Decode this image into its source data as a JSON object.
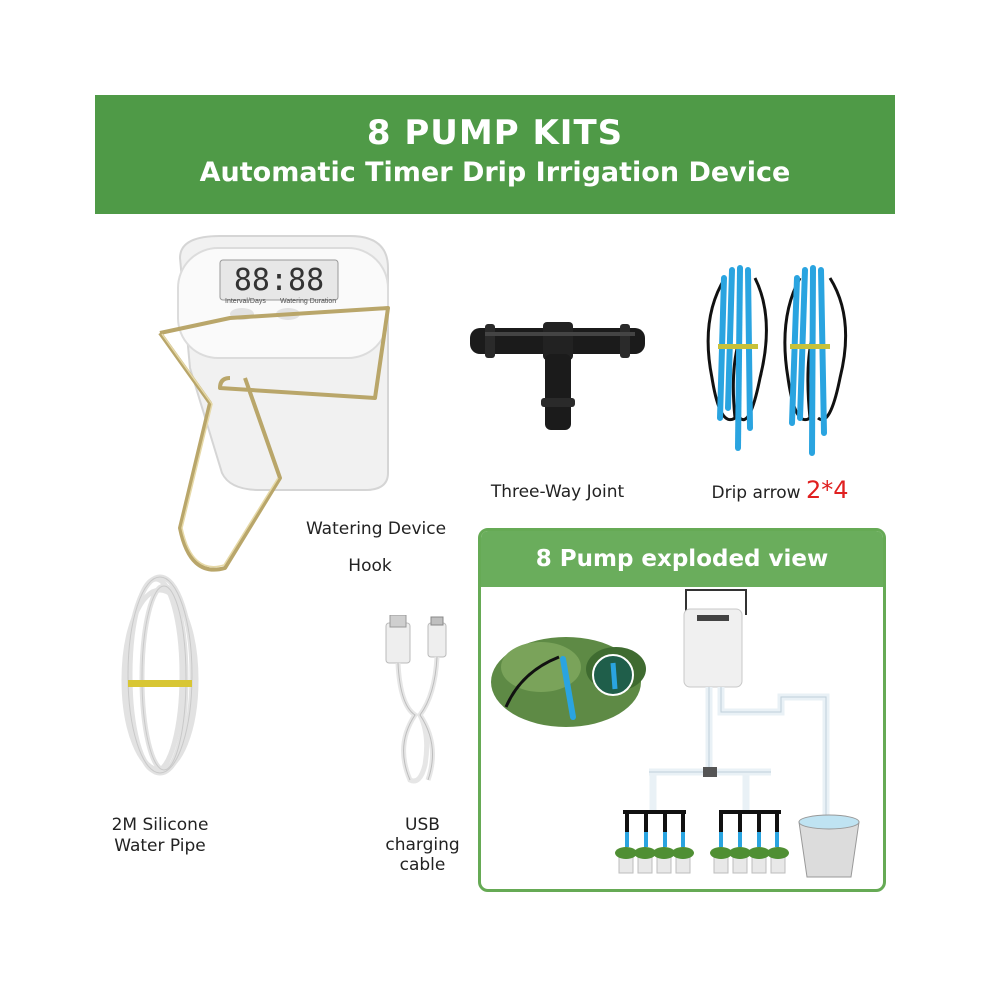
{
  "banner": {
    "title": "8 PUMP KITS",
    "subtitle": "Automatic Timer Drip Irrigation Device"
  },
  "device": {
    "display": "88:88",
    "button_left": "Interval/Days",
    "button_right": "Watering Duration"
  },
  "labels": {
    "three_way": "Three-Way Joint",
    "drip_arrow": "Drip arrow",
    "drip_qty": "2*4",
    "watering_device": "Watering Device",
    "hook": "Hook",
    "pipe_line1": "2M Silicone",
    "pipe_line2": "Water Pipe",
    "usb_line1": "USB",
    "usb_line2": "charging",
    "usb_line3": "cable"
  },
  "panel": {
    "title": "8 Pump exploded view"
  },
  "colors": {
    "banner_green": "#4f9a47",
    "panel_green": "#6aad5c",
    "drip_blue": "#2aa4e0",
    "qty_red": "#e02020"
  }
}
